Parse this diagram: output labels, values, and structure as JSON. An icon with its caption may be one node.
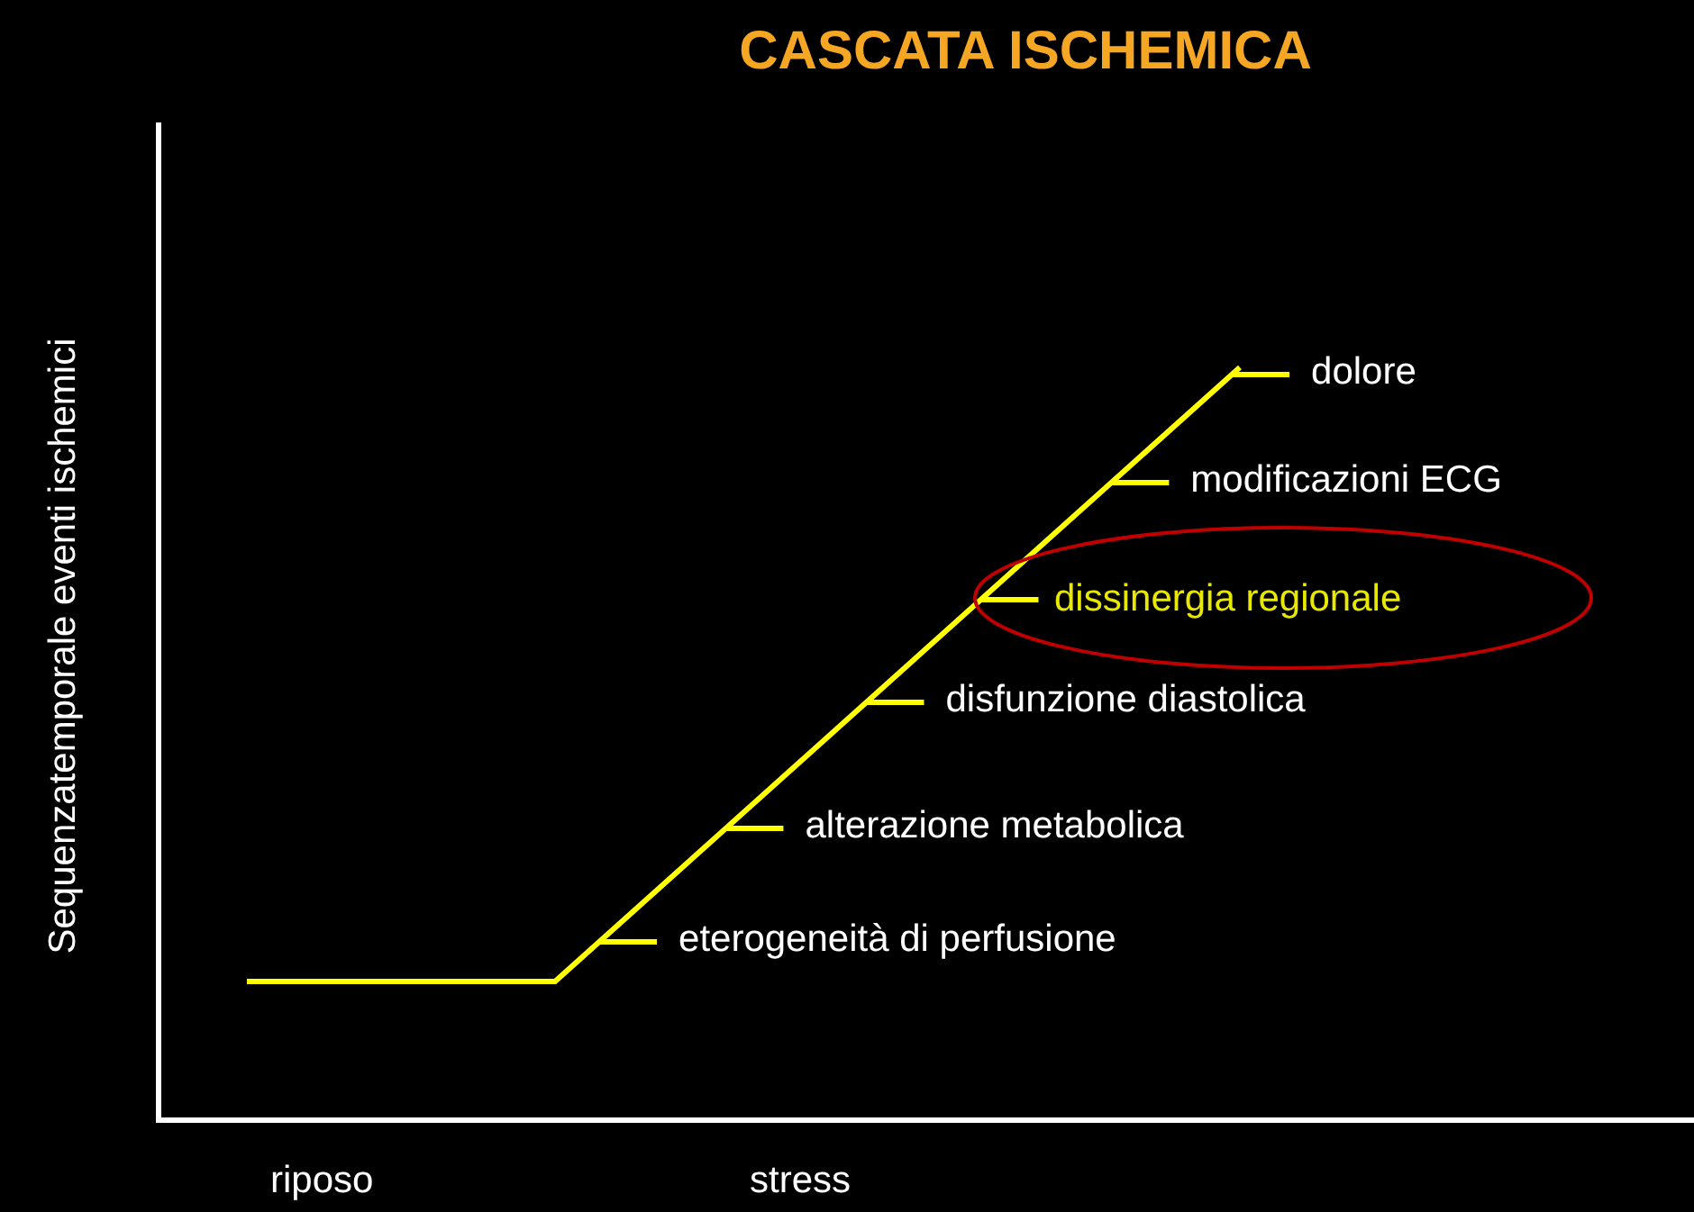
{
  "diagram": {
    "title": "CASCATA ISCHEMICA",
    "nodes": [
      {
        "text": [
          "dissinergia regionale"
        ]
      }
    ],
    "labels": [
      "Sequenzatemporale eventi ischemici",
      "dolore",
      "modificazioni ECG",
      "disfunzione diastolica",
      "alterazione metabolica",
      "eterogeneità di perfusione",
      "riposo",
      "stress"
    ]
  }
}
